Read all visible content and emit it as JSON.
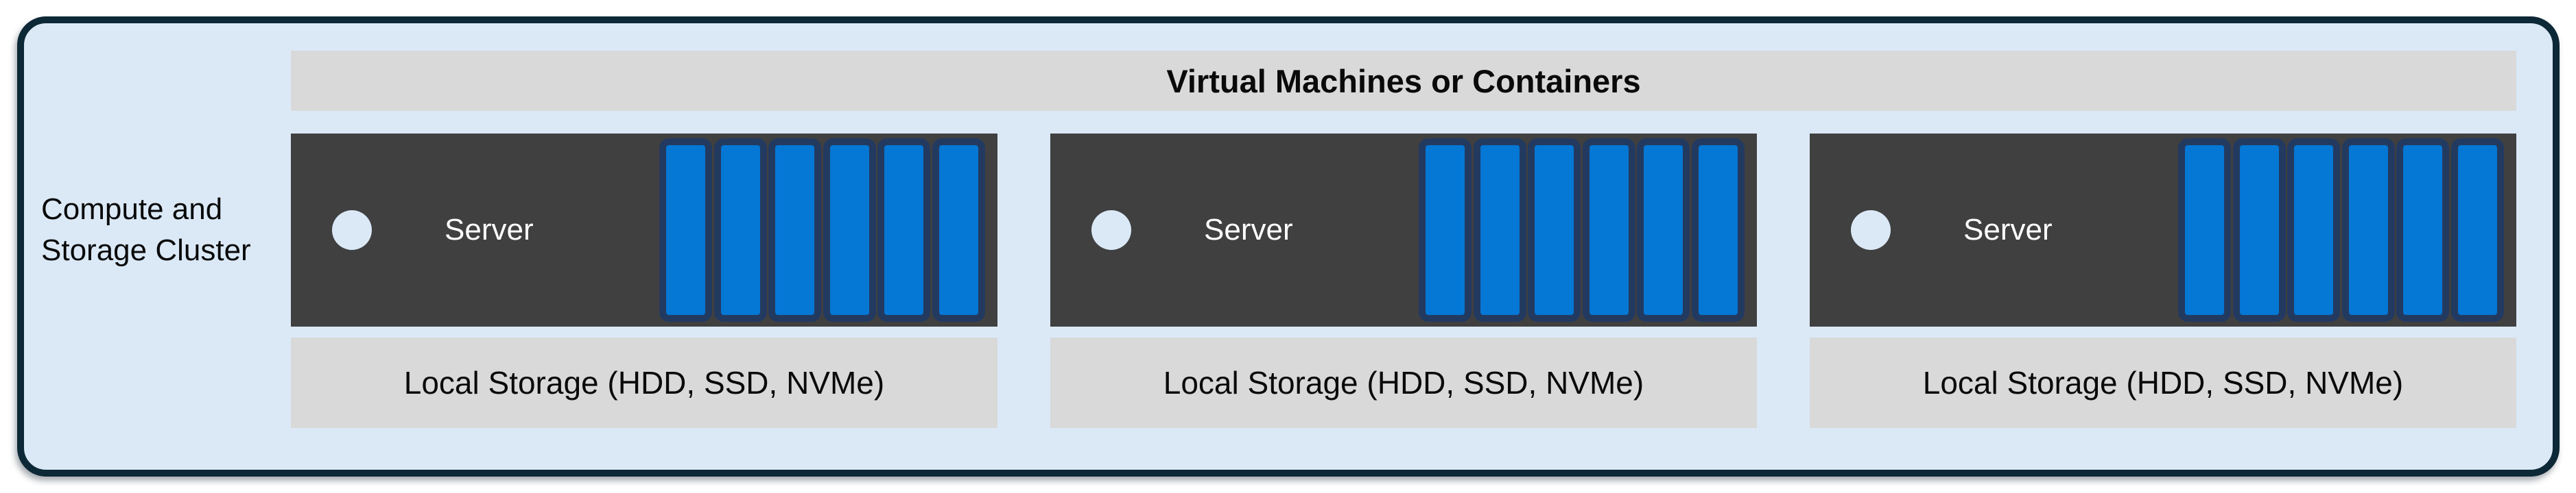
{
  "cluster": {
    "label_line1": "Compute and",
    "label_line2": "Storage Cluster"
  },
  "header": {
    "title": "Virtual Machines or Containers"
  },
  "servers": [
    {
      "label": "Server",
      "storage_label": "Local Storage (HDD, SSD, NVMe)",
      "disk_count": 6
    },
    {
      "label": "Server",
      "storage_label": "Local Storage (HDD, SSD, NVMe)",
      "disk_count": 6
    },
    {
      "label": "Server",
      "storage_label": "Local Storage (HDD, SSD, NVMe)",
      "disk_count": 6
    }
  ],
  "colors": {
    "canvas_bg": "#ffffff",
    "cluster_fill": "#dbe9f7",
    "cluster_border": "#0d2836",
    "panel_gray": "#d9d9d9",
    "server_dark": "#404040",
    "disk_blue": "#0577d4",
    "disk_border": "#233a60",
    "server_text": "#ffffff",
    "text_black": "#0a0a0a"
  }
}
